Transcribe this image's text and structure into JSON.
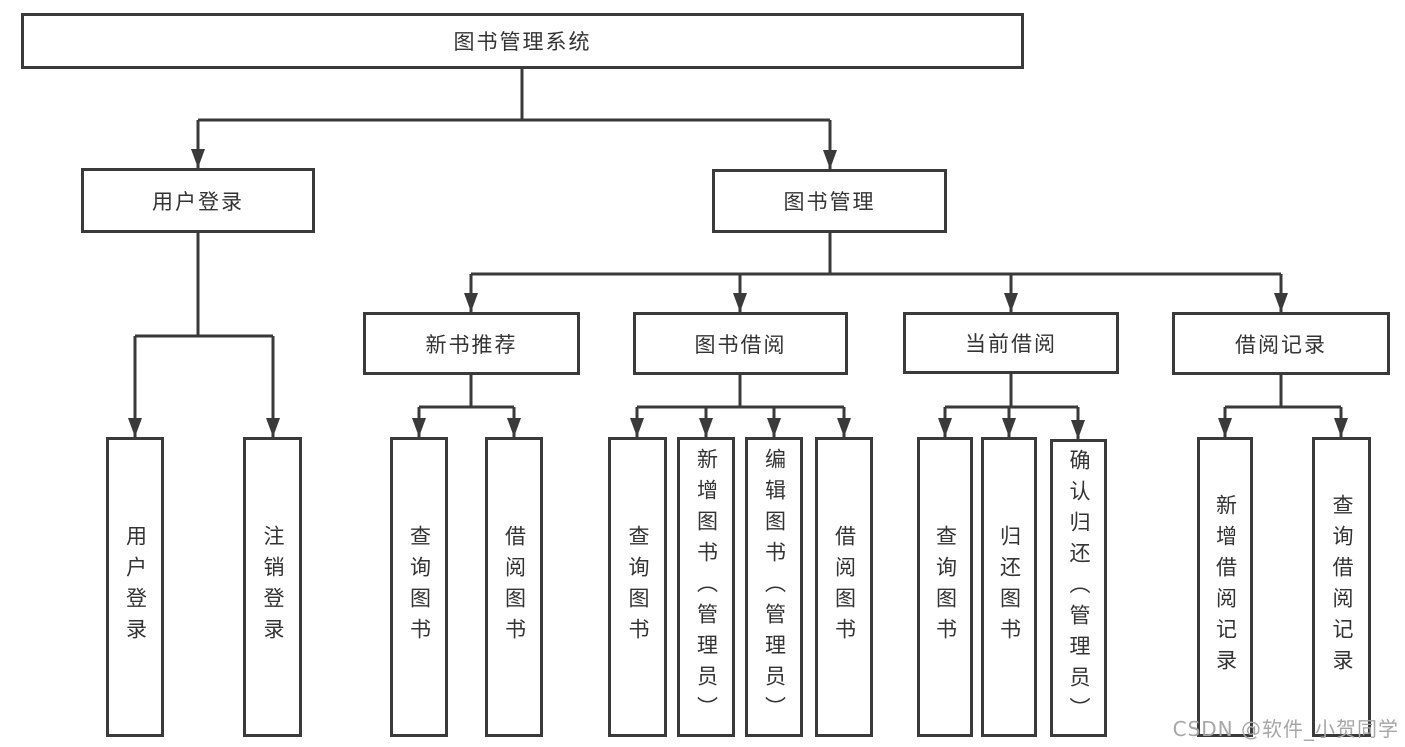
{
  "colors": {
    "line": "#3a3a3a",
    "box_border": "#3a3a3a",
    "text": "#333333",
    "watermark": "#a6a6a6",
    "background": "#ffffff"
  },
  "watermark": {
    "text": "CSDN @软件_小贺同学"
  },
  "tree": {
    "root": {
      "label": "图书管理系统",
      "children": [
        {
          "label": "用户登录",
          "children": [
            {
              "label": "用户登录"
            },
            {
              "label": "注销登录"
            }
          ]
        },
        {
          "label": "图书管理",
          "children": [
            {
              "label": "新书推荐",
              "children": [
                {
                  "label": "查询图书"
                },
                {
                  "label": "借阅图书"
                }
              ]
            },
            {
              "label": "图书借阅",
              "children": [
                {
                  "label": "查询图书"
                },
                {
                  "label": "新增图书（管理员）"
                },
                {
                  "label": "编辑图书（管理员）"
                },
                {
                  "label": "借阅图书"
                }
              ]
            },
            {
              "label": "当前借阅",
              "children": [
                {
                  "label": "查询图书"
                },
                {
                  "label": "归还图书"
                },
                {
                  "label": "确认归还（管理员）"
                }
              ]
            },
            {
              "label": "借阅记录",
              "children": [
                {
                  "label": "新增借阅记录"
                },
                {
                  "label": "查询借阅记录"
                }
              ]
            }
          ]
        }
      ]
    }
  }
}
